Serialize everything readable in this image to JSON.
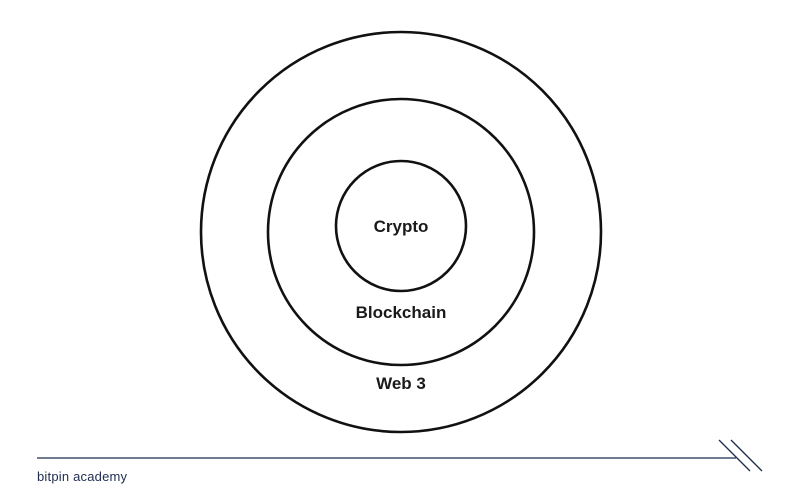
{
  "diagram": {
    "rings": [
      {
        "id": "web3",
        "label": "Web 3"
      },
      {
        "id": "blockchain",
        "label": "Blockchain"
      },
      {
        "id": "crypto",
        "label": "Crypto"
      }
    ]
  },
  "footer": {
    "brand": "bitpin academy"
  },
  "colors": {
    "stroke": "#111111",
    "text": "#1a1a1a",
    "footer": "#1f2d4f"
  }
}
